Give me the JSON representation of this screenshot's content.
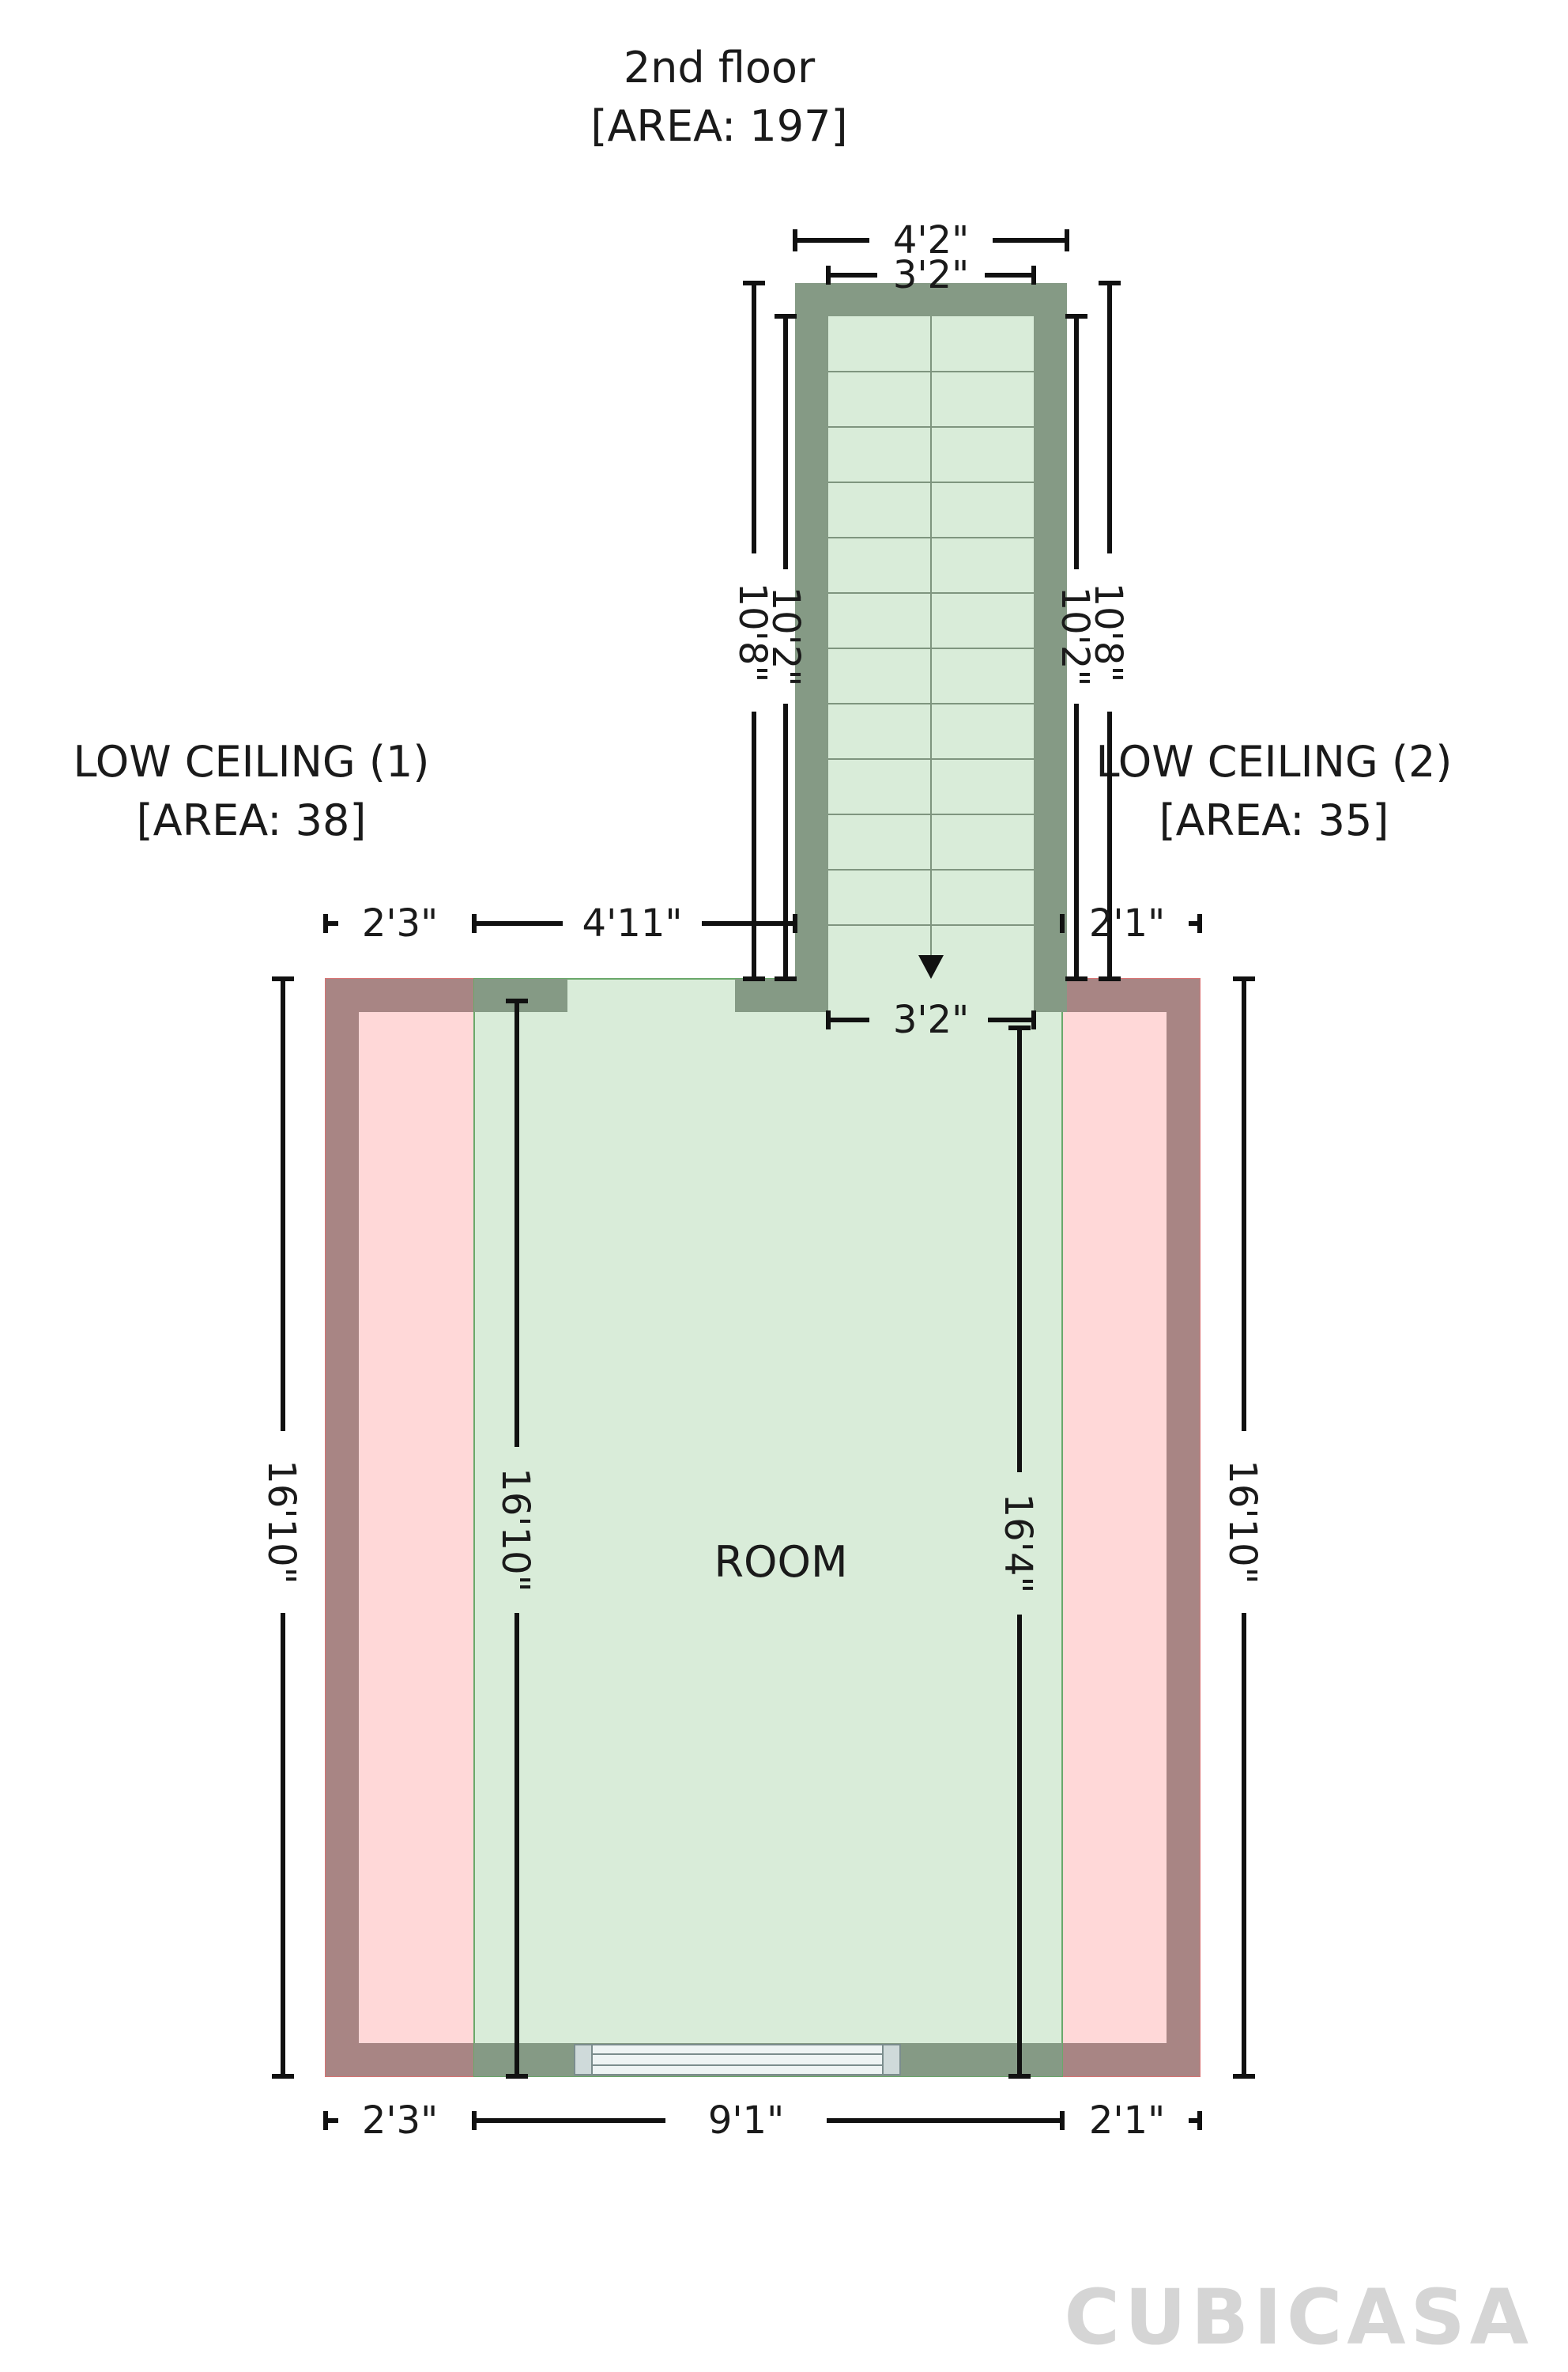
{
  "floor": {
    "name": "2nd floor",
    "area": "[AREA: 197]"
  },
  "rooms": {
    "room": {
      "name": "ROOM"
    },
    "low_ceiling_1": {
      "name": "LOW CEILING (1)",
      "area": "[AREA: 38]"
    },
    "low_ceiling_2": {
      "name": "LOW CEILING (2)",
      "area": "[AREA: 35]"
    }
  },
  "dimensions": {
    "stair_outer_width": "4'2\"",
    "stair_inner_width": "3'2\"",
    "stair_left_outer_length": "10'8\"",
    "stair_left_inner_length": "10'2\"",
    "stair_right_outer_length": "10'8\"",
    "stair_right_inner_length": "10'2\"",
    "top_left_low_ceiling": "2'3\"",
    "top_room_segment": "4'11\"",
    "top_right_low_ceiling": "2'1\"",
    "stair_opening": "3'2\"",
    "left_outer_height": "16'10\"",
    "room_left_height": "16'10\"",
    "room_right_height": "16'4\"",
    "right_outer_height": "16'10\"",
    "bottom_left": "2'3\"",
    "bottom_room": "9'1\"",
    "bottom_right": "2'1\""
  },
  "colors": {
    "room_fill": "#d9ecd9",
    "low_ceiling_fill": "#ffd8d8",
    "wall_room": "#859a85",
    "wall_low_ceiling": "#a88584",
    "brand": "#d5d5d5"
  },
  "brand": {
    "logo_text": "CUBICASA"
  }
}
